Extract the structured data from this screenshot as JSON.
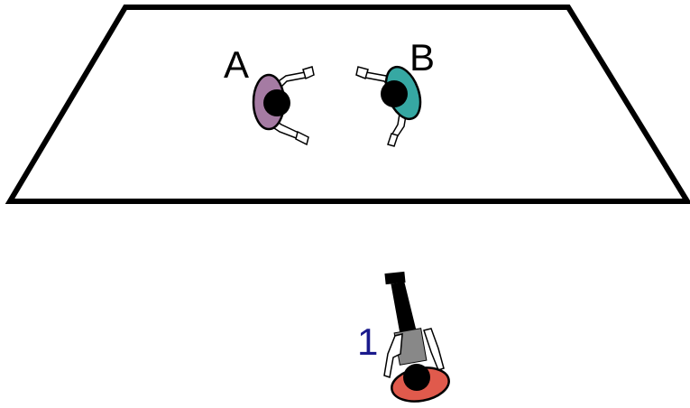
{
  "stage": {
    "fill": "#ffffff",
    "outline_color": "#000000"
  },
  "actors": [
    {
      "id": "A",
      "label": "A",
      "body_color": "#a57ba3",
      "facing": "right"
    },
    {
      "id": "B",
      "label": "B",
      "body_color": "#36a8a3",
      "facing": "left"
    }
  ],
  "camera_operator": {
    "label": "1",
    "label_color": "#1a1a8c",
    "body_color": "#e05a4c",
    "camera_color": "#000000",
    "camera_body_color": "#888888"
  }
}
